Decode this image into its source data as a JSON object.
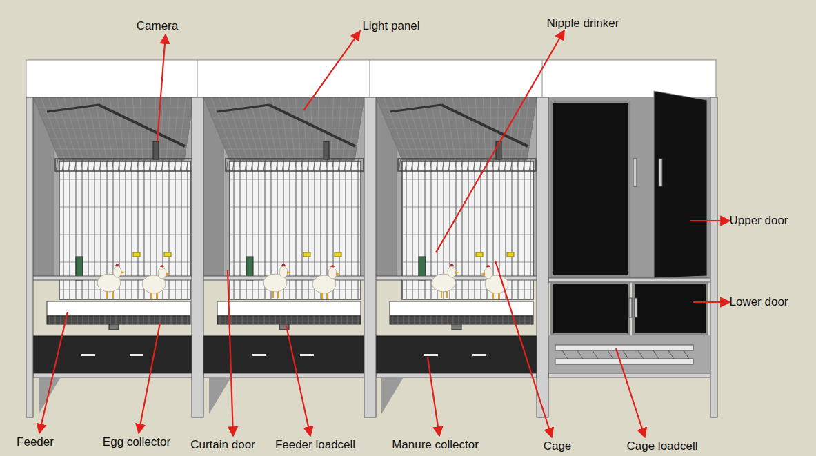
{
  "diagram": {
    "labels": [
      "Camera",
      "Light panel",
      "Nipple drinker",
      "Upper door",
      "Lower door",
      "Feeder",
      "Egg collector",
      "Curtain door",
      "Feeder loadcell",
      "Manure collector",
      "Cage",
      "Cage loadcell"
    ]
  }
}
